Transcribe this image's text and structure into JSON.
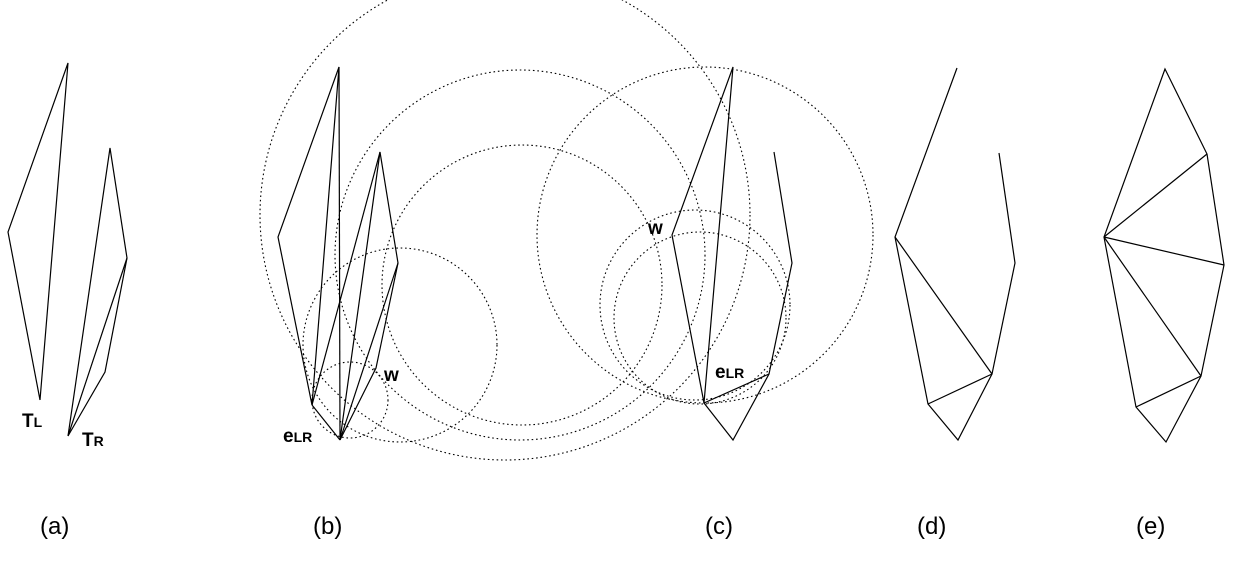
{
  "panels": {
    "a": {
      "caption": "(a)",
      "label_tl_main": "T",
      "label_tl_sub": "L",
      "label_tr_main": "T",
      "label_tr_sub": "R"
    },
    "b": {
      "caption": "(b)",
      "label_w": "w",
      "label_elr_main": "e",
      "label_elr_sub": "LR"
    },
    "c": {
      "caption": "(c)",
      "label_w": "w",
      "label_elr_main": "e",
      "label_elr_sub": "LR"
    },
    "d": {
      "caption": "(d)"
    },
    "e": {
      "caption": "(e)"
    }
  },
  "colors": {
    "stroke": "#000000",
    "background": "#ffffff"
  }
}
